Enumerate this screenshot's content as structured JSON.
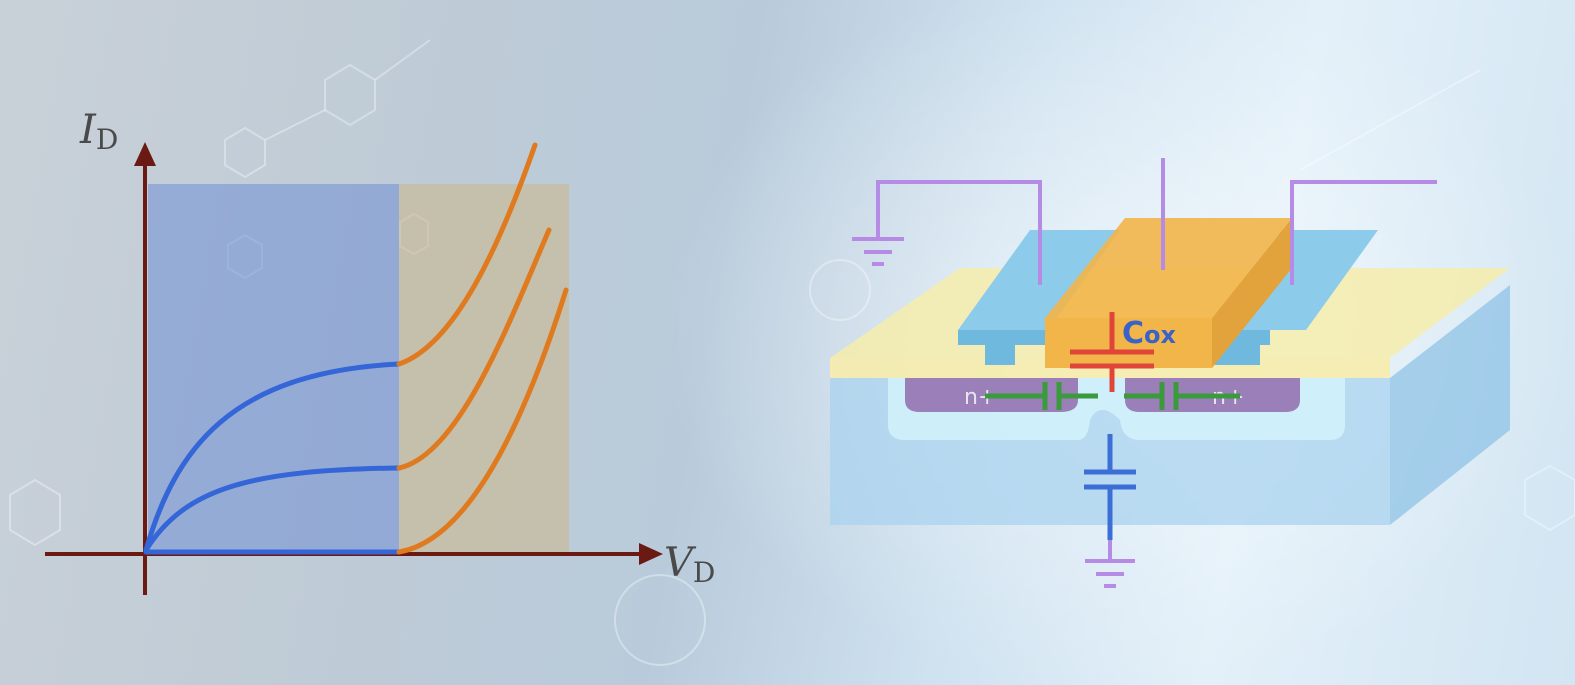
{
  "graph": {
    "y_axis_symbol": "I",
    "y_axis_subscript": "D",
    "x_axis_symbol": "V",
    "x_axis_subscript": "D"
  },
  "device": {
    "capacitor_main": "C",
    "capacitor_subscript": "ox",
    "source_region_label": "n+",
    "drain_region_label": "n+"
  },
  "colors": {
    "linear_region": "#6f8fd6",
    "saturation_region": "#c9b98f",
    "linear_curves": "#3566d8",
    "saturation_curves": "#e07a1f",
    "axes": "#6a1a12",
    "wires": "#b58be6",
    "gate": "#f2b54a",
    "oxide_yellow": "#f6ecab",
    "contacts": "#8ccbea",
    "n_plus": "#9a7fb8",
    "substrate": "#a9d3ef",
    "cap_red": "#e0453a",
    "cap_green": "#3a9a3c",
    "cap_blue": "#3b6fd6"
  }
}
